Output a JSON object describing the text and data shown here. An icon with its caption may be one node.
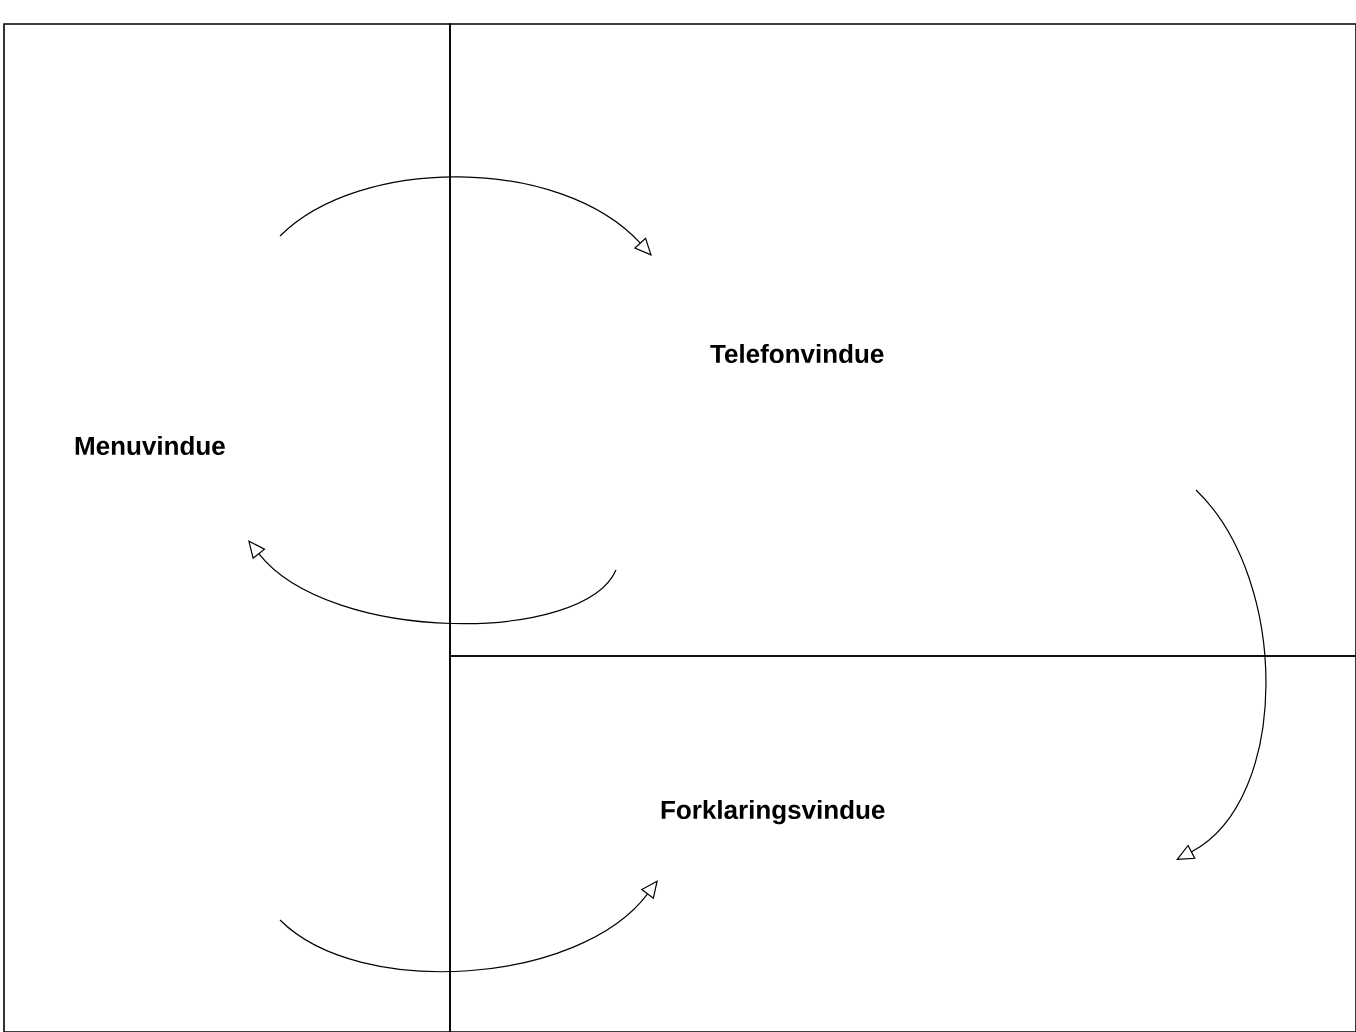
{
  "diagram": {
    "nodes": [
      {
        "text": [
          "Menuvindue"
        ]
      },
      {
        "text": [
          "Telefonvindue"
        ]
      },
      {
        "text": [
          "Forklaringsvindue"
        ]
      }
    ],
    "edges": [
      {
        "from": 0,
        "to": 1,
        "arrow": "to"
      },
      {
        "from": 1,
        "to": 0,
        "arrow": "to"
      },
      {
        "from": 1,
        "to": 2,
        "arrow": "to"
      },
      {
        "from": 0,
        "to": 2,
        "arrow": "to"
      }
    ]
  }
}
